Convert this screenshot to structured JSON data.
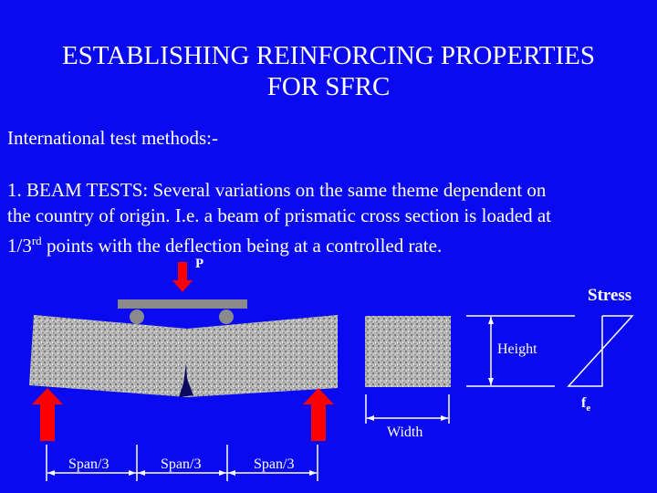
{
  "slide": {
    "title_line1": "ESTABLISHING REINFORCING PROPERTIES",
    "title_line2": "FOR SFRC",
    "subtitle": "International test methods:-",
    "body_line1": "1. BEAM TESTS: Several variations on the same theme dependent on",
    "body_line2": "the country of origin. I.e. a beam of prismatic cross section is loaded at",
    "body_line3_pre": "1/3",
    "body_line3_sup": "rd",
    "body_line3_post": " points with the deflection being at a controlled rate."
  },
  "diagram": {
    "load_label": "P",
    "stress_label": "Stress",
    "height_label": "Height",
    "width_label": "Width",
    "fe_label": "f",
    "fe_sub": "e",
    "span_labels": [
      "Span/3",
      "Span/3",
      "Span/3"
    ],
    "colors": {
      "background": "#0a0af0",
      "arrow": "#ff0000",
      "beam": "#b8b8b8",
      "plate": "#8a8a8a",
      "line": "#ffffff"
    }
  }
}
